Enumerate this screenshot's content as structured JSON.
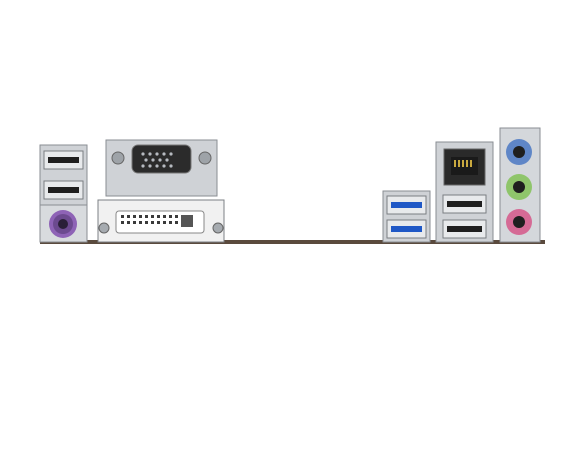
{
  "scene": {
    "background": "#ffffff",
    "ports": [
      {
        "id": "usb2-top",
        "kind": "usb-2.0"
      },
      {
        "id": "usb2-bottom",
        "kind": "usb-2.0"
      },
      {
        "id": "ps2-combo",
        "kind": "ps2",
        "color": "#8e63b6"
      },
      {
        "id": "vga",
        "kind": "d-sub",
        "color": "#8f9398"
      },
      {
        "id": "dvi",
        "kind": "dvi-d",
        "color": "#f1f1f1"
      },
      {
        "id": "usb3-top",
        "kind": "usb-3.0",
        "color": "#1f58c6"
      },
      {
        "id": "usb3-bottom",
        "kind": "usb-3.0",
        "color": "#1f58c6"
      },
      {
        "id": "lan",
        "kind": "rj45"
      },
      {
        "id": "usb2-lan-top",
        "kind": "usb-2.0"
      },
      {
        "id": "usb2-lan-bottom",
        "kind": "usb-2.0"
      },
      {
        "id": "audio-line-in",
        "kind": "audio-jack",
        "color": "#5f86c7"
      },
      {
        "id": "audio-line-out",
        "kind": "audio-jack",
        "color": "#8fc56b"
      },
      {
        "id": "audio-mic",
        "kind": "audio-jack",
        "color": "#d56a95"
      }
    ],
    "colors": {
      "metal": "#cfd2d6",
      "metal_dark": "#8a8e93",
      "board_edge": "#5a4a3d",
      "usb_tongue": "#1f1f1f"
    }
  }
}
